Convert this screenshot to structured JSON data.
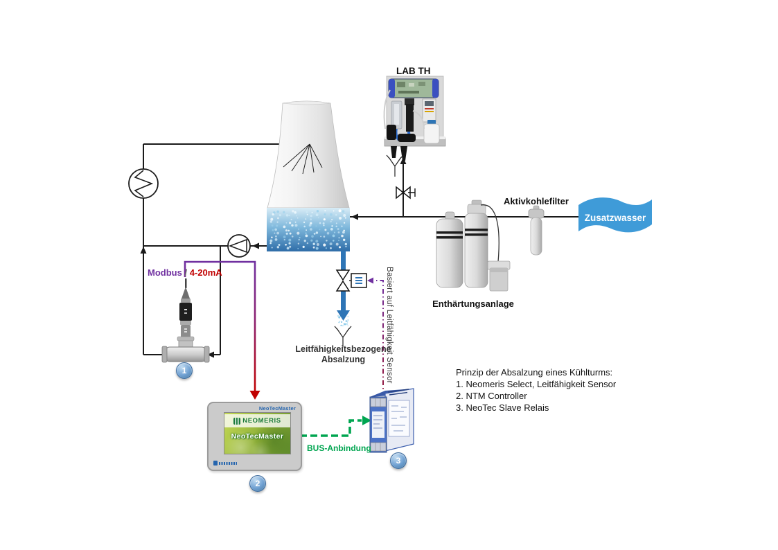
{
  "diagram": {
    "lab_th": "LAB TH",
    "aktivkohlefilter": "Aktivkohlefilter",
    "zusatzwasser": "Zusatzwasser",
    "enthaertungsanlage": "Enthärtungsanlage",
    "modbus": "Modbus",
    "separator": "/",
    "analog_signal": "4-20mA",
    "absalzung_line1": "Leitfähigkeitsbezogene",
    "absalzung_line2": "Absalzung",
    "basiert_vertical": "Basiert auf Leitfähigkeit Sensor",
    "bus_anbindung": "BUS-Anbindung"
  },
  "controller": {
    "bezel_label": "NeoTecMaster",
    "screen_brand": "NEOMERIS",
    "screen_title": "NeoTecMaster"
  },
  "badges": {
    "sensor": "1",
    "controller": "2",
    "relay": "3"
  },
  "legend": {
    "title": "Prinzip der Absalzung eines Kühlturms:",
    "items": [
      "1. Neomeris Select, Leitfähigkeit Sensor",
      "2. NTM Controller",
      "3. NeoTec Slave Relais"
    ]
  },
  "colors": {
    "modbus_purple": "#7030A0",
    "signal_red": "#C00000",
    "bus_green": "#00A550",
    "pipe_blue": "#2E75B6",
    "banner_blue": "#3F9BD8"
  }
}
